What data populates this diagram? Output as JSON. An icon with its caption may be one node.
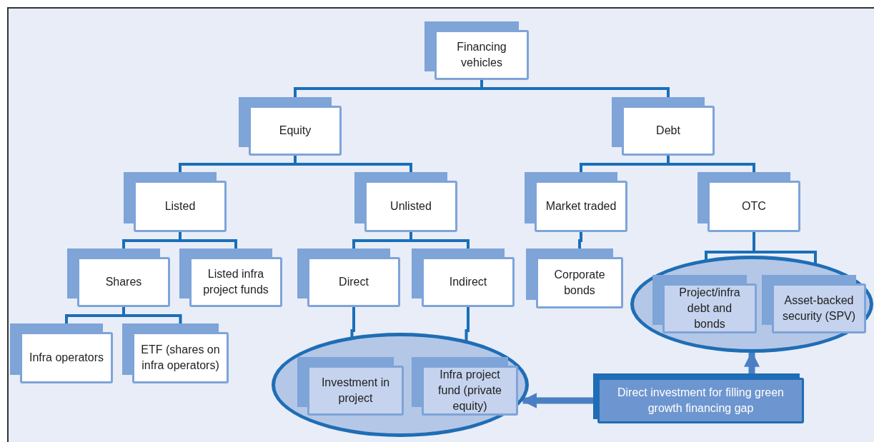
{
  "diagram": {
    "nodes": [
      {
        "text": [
          "Financing vehicles"
        ]
      },
      {
        "text": [
          "Equity"
        ]
      },
      {
        "text": [
          "Debt"
        ]
      },
      {
        "text": [
          "Listed"
        ]
      },
      {
        "text": [
          "Unlisted"
        ]
      },
      {
        "text": [
          "Market traded"
        ]
      },
      {
        "text": [
          "OTC"
        ]
      },
      {
        "text": [
          "Shares"
        ]
      },
      {
        "text": [
          "Listed infra project funds"
        ]
      },
      {
        "text": [
          "Direct"
        ]
      },
      {
        "text": [
          "Indirect"
        ]
      },
      {
        "text": [
          "Corporate bonds"
        ]
      },
      {
        "text": [],
        "shape": "ellipse"
      },
      {
        "text": [
          "Investment in project"
        ],
        "in": 12
      },
      {
        "text": [
          "Infra project fund (private equity)"
        ],
        "in": 12
      },
      {
        "text": [],
        "shape": "ellipse"
      },
      {
        "text": [
          "Project/infra debt and bonds"
        ],
        "in": 15
      },
      {
        "text": [
          "Asset-backed security (SPV)"
        ],
        "in": 15
      },
      {
        "text": [
          "Infra operators"
        ]
      },
      {
        "text": [
          "ETF (shares on infra operators)"
        ]
      },
      {
        "text": [
          "Direct investment for filling green growth financing gap"
        ]
      }
    ],
    "edges": [
      {
        "from": 0,
        "to": 1,
        "arrow": "none"
      },
      {
        "from": 0,
        "to": 2,
        "arrow": "none"
      },
      {
        "from": 1,
        "to": 3,
        "arrow": "none"
      },
      {
        "from": 1,
        "to": 4,
        "arrow": "none"
      },
      {
        "from": 2,
        "to": 5,
        "arrow": "none"
      },
      {
        "from": 2,
        "to": 6,
        "arrow": "none"
      },
      {
        "from": 3,
        "to": 7,
        "arrow": "none"
      },
      {
        "from": 3,
        "to": 8,
        "arrow": "none"
      },
      {
        "from": 4,
        "to": 9,
        "arrow": "none"
      },
      {
        "from": 4,
        "to": 10,
        "arrow": "none"
      },
      {
        "from": 5,
        "to": 11,
        "arrow": "none"
      },
      {
        "from": 6,
        "to": 16,
        "arrow": "none"
      },
      {
        "from": 6,
        "to": 17,
        "arrow": "none"
      },
      {
        "from": 7,
        "to": 18,
        "arrow": "none"
      },
      {
        "from": 7,
        "to": 19,
        "arrow": "none"
      },
      {
        "from": 9,
        "to": 13,
        "arrow": "none"
      },
      {
        "from": 10,
        "to": 14,
        "arrow": "none"
      },
      {
        "from": 20,
        "to": 12,
        "arrow": "to",
        "style": "thick"
      },
      {
        "from": 20,
        "to": 15,
        "arrow": "to",
        "style": "thick"
      }
    ]
  }
}
